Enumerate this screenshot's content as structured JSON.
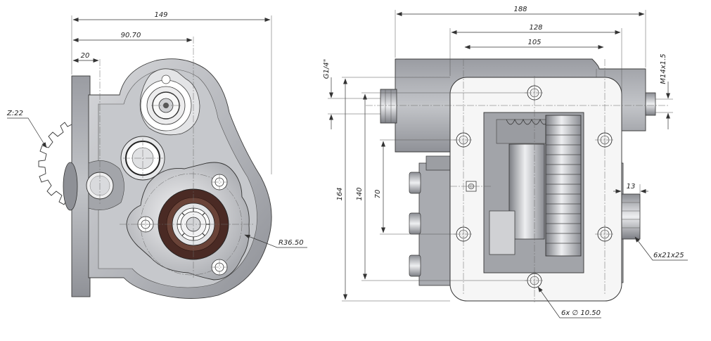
{
  "colors": {
    "body_dark": "#8f9197",
    "body_mid": "#b7b9be",
    "body_light": "#dcdde0",
    "flange_white": "#f6f6f6",
    "gear_silver": "#c9cbcf",
    "seal_brown": "#4a2a24",
    "line": "#333333"
  },
  "left_view": {
    "dim_overall_width": "149",
    "dim_center_offset": "90.70",
    "dim_flange_thickness": "20",
    "gear_teeth_label": "Z:22",
    "flange_radius_label": "R36.50"
  },
  "right_view": {
    "dim_overall_length": "188",
    "dim_bolt_spacing_outer": "128",
    "dim_bolt_spacing_inner": "105",
    "port_thread_left": "G1/4\"",
    "port_thread_right": "M14x1.5",
    "dim_height_total": "164",
    "dim_height_bolts": "140",
    "dim_height_inner": "70",
    "dim_shaft_length": "13",
    "shaft_spline_label": "6x21x25",
    "bolt_holes_label": "6x ∅ 10.50"
  },
  "icons": [
    "gear-icon",
    "center-mark-icon",
    "arrow-icon"
  ]
}
